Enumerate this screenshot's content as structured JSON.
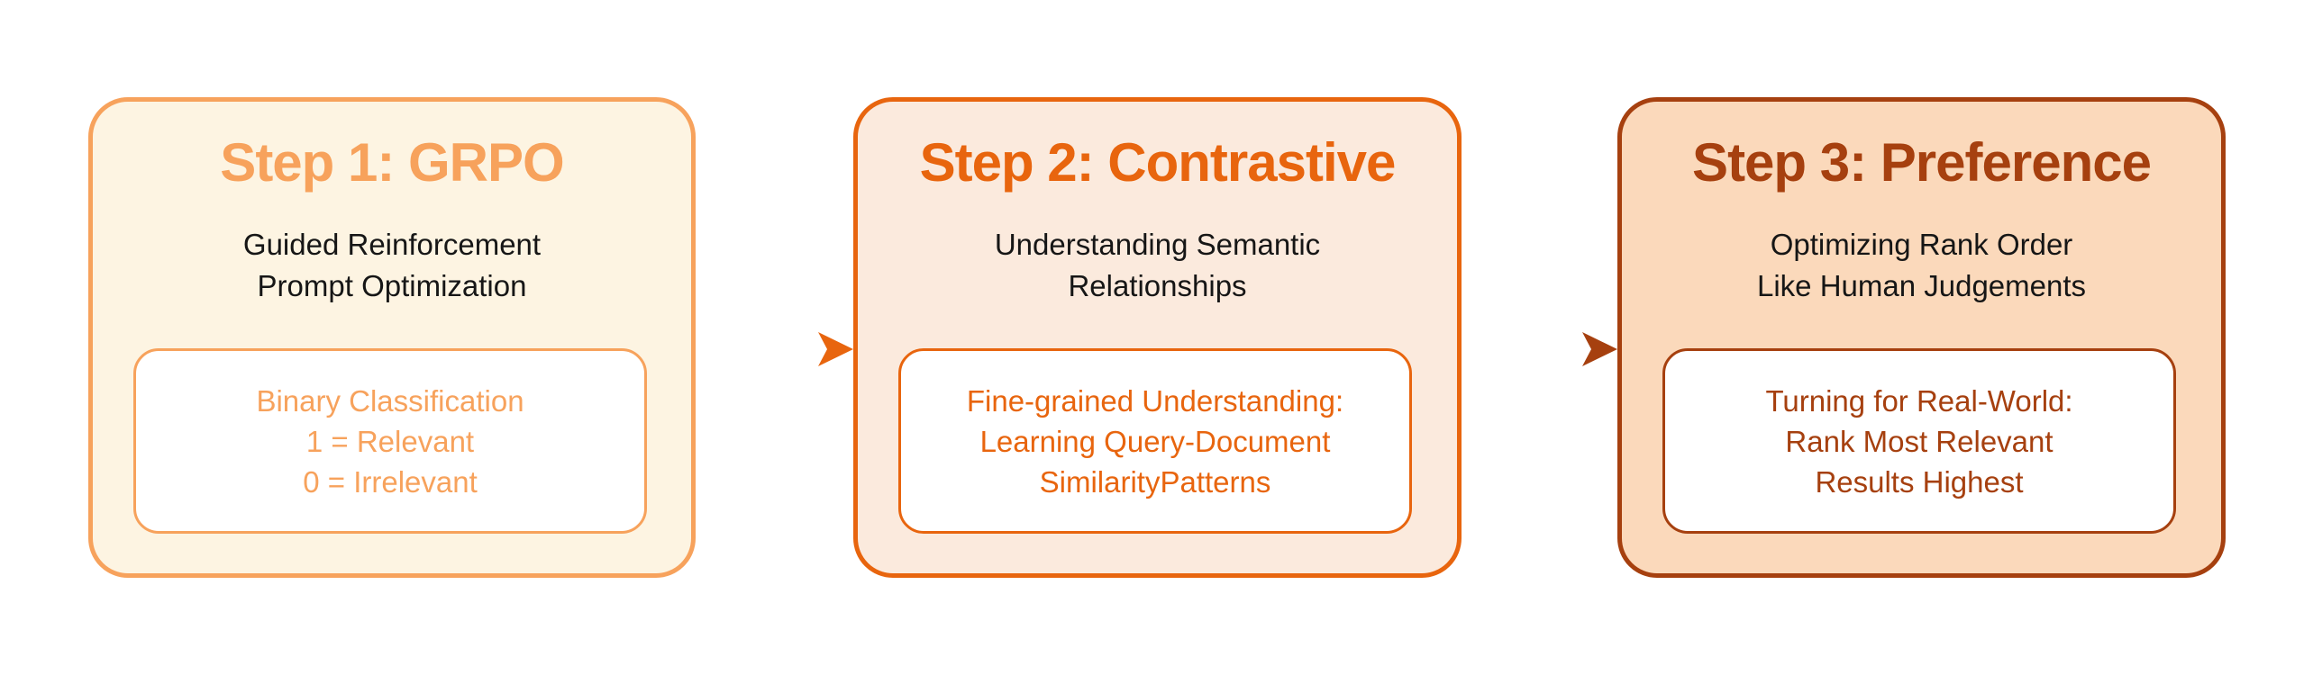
{
  "diagram": {
    "background_color": "#ffffff",
    "steps": [
      {
        "title": "Step 1: GRPO",
        "subtitle_lines": [
          "Guided Reinforcement",
          "Prompt Optimization"
        ],
        "detail_lines": [
          "Binary Classification",
          "1 = Relevant",
          "0 = Irrelevant"
        ],
        "colors": {
          "bg": "#FDF4E2",
          "accent": "#F7A25C",
          "body_text": "#161616"
        }
      },
      {
        "title": "Step 2: Contrastive",
        "subtitle_lines": [
          "Understanding Semantic",
          "Relationships"
        ],
        "detail_lines": [
          "Fine-grained Understanding:",
          "Learning Query-Document",
          "SimilarityPatterns"
        ],
        "colors": {
          "bg": "#FBEADD",
          "accent": "#E8650E",
          "body_text": "#161616"
        }
      },
      {
        "title": "Step 3: Preference",
        "subtitle_lines": [
          "Optimizing Rank Order",
          "Like Human Judgements"
        ],
        "detail_lines": [
          "Turning for Real-World:",
          "Rank Most Relevant",
          "Results Highest"
        ],
        "colors": {
          "bg": "#FBD9BB",
          "accent": "#A6400F",
          "body_text": "#161616"
        }
      }
    ],
    "arrows": [
      {
        "from_color": "#F7A25C",
        "to_color": "#E8650E"
      },
      {
        "from_color": "#E8650E",
        "to_color": "#A6400F"
      }
    ]
  }
}
